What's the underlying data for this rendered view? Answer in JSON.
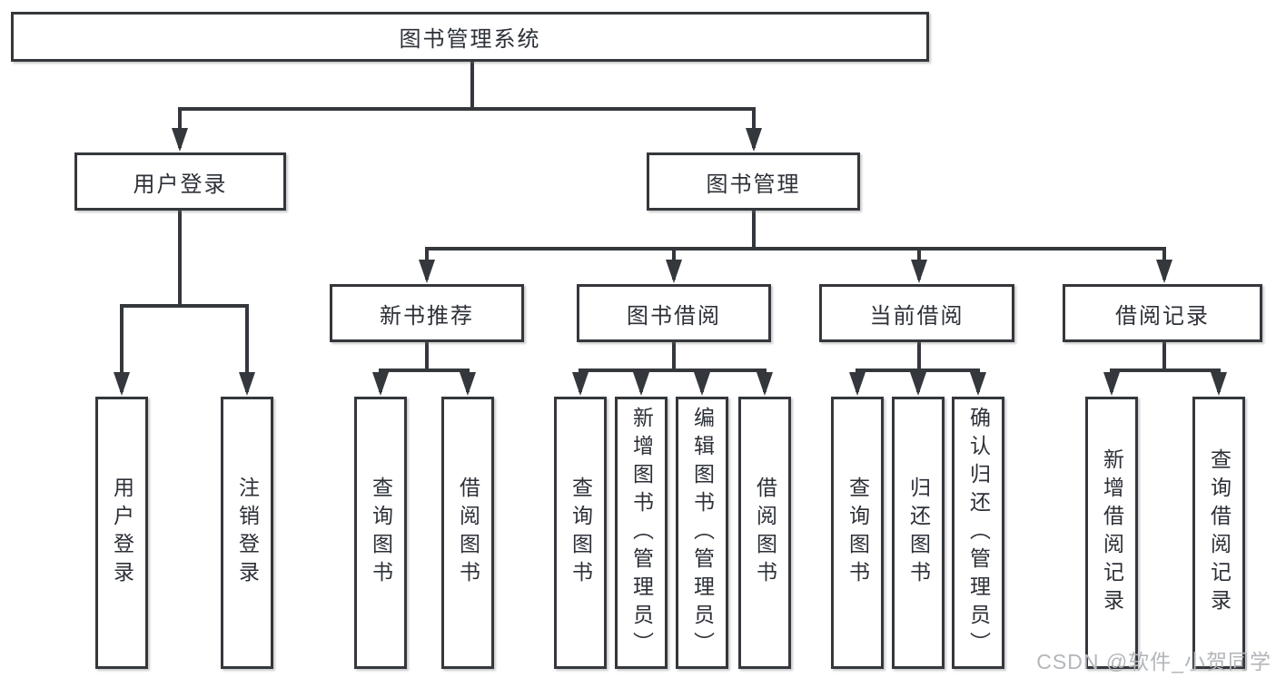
{
  "tree": {
    "root": {
      "label": "图书管理系统",
      "children": [
        {
          "label": "用户登录",
          "children": [
            {
              "label": "用户登录"
            },
            {
              "label": "注销登录"
            }
          ]
        },
        {
          "label": "图书管理",
          "children": [
            {
              "label": "新书推荐",
              "children": [
                {
                  "label": "查询图书"
                },
                {
                  "label": "借阅图书"
                }
              ]
            },
            {
              "label": "图书借阅",
              "children": [
                {
                  "label": "查询图书"
                },
                {
                  "label": "新增图书（管理员）"
                },
                {
                  "label": "编辑图书（管理员）"
                },
                {
                  "label": "借阅图书"
                }
              ]
            },
            {
              "label": "当前借阅",
              "children": [
                {
                  "label": "查询图书"
                },
                {
                  "label": "归还图书"
                },
                {
                  "label": "确认归还（管理员）"
                }
              ]
            },
            {
              "label": "借阅记录",
              "children": [
                {
                  "label": "新增借阅记录"
                },
                {
                  "label": "查询借阅记录"
                }
              ]
            }
          ]
        }
      ]
    }
  },
  "watermark": {
    "text": "CSDN @软件_小贺同学",
    "color": "#b3b6ba"
  },
  "colors": {
    "background": "#ffffff",
    "box_border": "#34373c",
    "connector_line": "#34373c",
    "text": "#2c3037"
  }
}
